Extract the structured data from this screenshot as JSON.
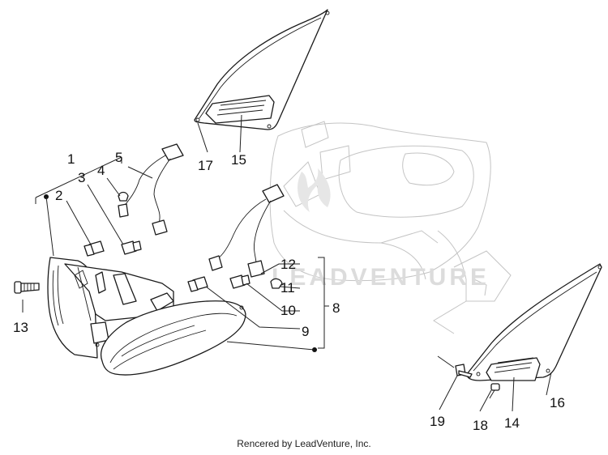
{
  "diagram": {
    "callouts": {
      "c1": "1",
      "c2": "2",
      "c3": "3",
      "c4": "4",
      "c5": "5",
      "c8": "8",
      "c9": "9",
      "c10": "10",
      "c11": "11",
      "c12": "12",
      "c13": "13",
      "c14": "14",
      "c15": "15",
      "c16": "16",
      "c17": "17",
      "c18": "18",
      "c19": "19"
    },
    "watermark": "LEADVENTURE"
  },
  "footer": {
    "credit": "Rencered by LeadVenture, Inc."
  }
}
